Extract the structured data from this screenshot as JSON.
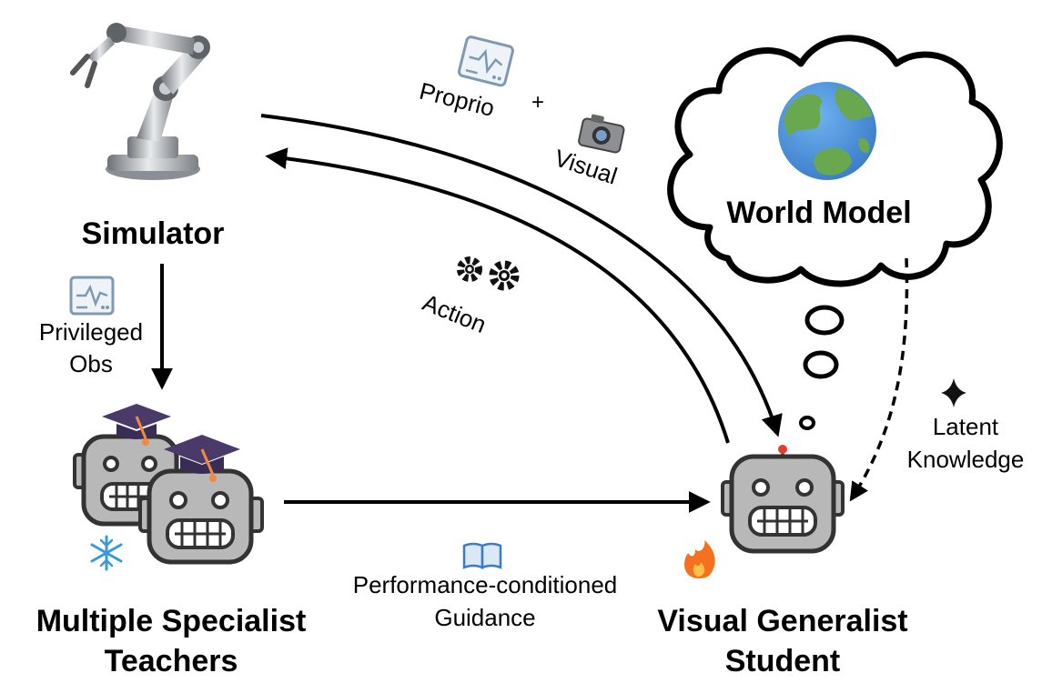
{
  "labels": {
    "simulator": "Simulator",
    "privileged_obs_line1": "Privileged",
    "privileged_obs_line2": "Obs",
    "teachers_line1": "Multiple Specialist",
    "teachers_line2": "Teachers",
    "student_line1": "Visual Generalist",
    "student_line2": "Student",
    "world_model": "World Model",
    "proprio": "Proprio",
    "plus": "+",
    "visual": "Visual",
    "action": "Action",
    "latent_line1": "Latent",
    "latent_line2": "Knowledge",
    "guidance_line1": "Performance-conditioned",
    "guidance_line2": "Guidance"
  },
  "icons": {
    "simulator": "robot-arm-icon",
    "proprio": "monitor-waveform-icon",
    "visual": "camera-icon",
    "action": "gears-icon",
    "world": "globe-icon",
    "teachers": "graduate-robot-icon",
    "frozen": "snowflake-icon",
    "trainable": "fire-icon",
    "guidance": "open-book-icon",
    "latent": "sparkle-icon"
  },
  "colors": {
    "robot_face": "#b8b8b8",
    "robot_outline": "#333333",
    "mortarboard": "#4a3a6a",
    "tassel": "#f08a3c",
    "globe_ocean": "#4a90d9",
    "globe_land": "#6aa84f",
    "snowflake": "#3a9ad9",
    "fire": "#f4711f",
    "antenna": "#e63b2e"
  }
}
